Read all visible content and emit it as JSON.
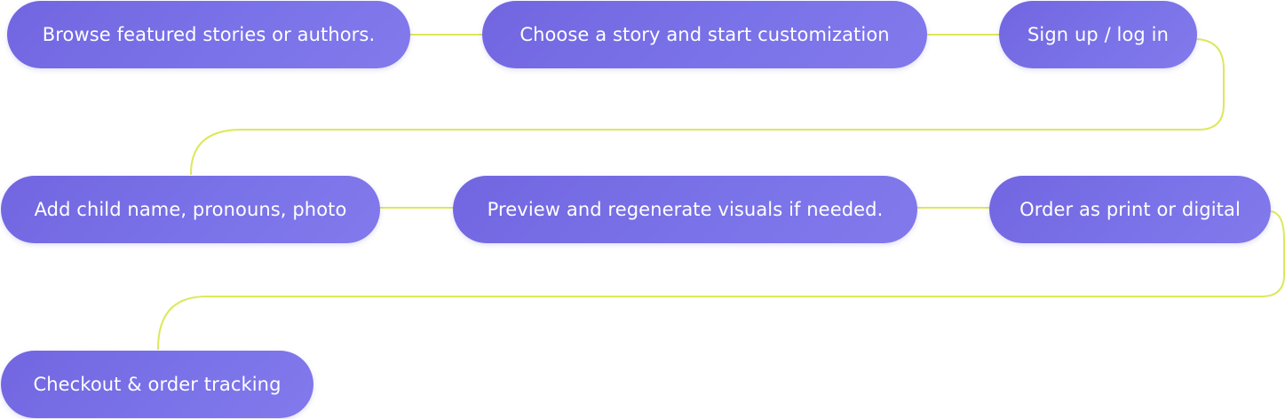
{
  "flow": {
    "connector_color": "#dde85a",
    "step_color": "#7a70e6",
    "steps": [
      {
        "id": "browse",
        "label": "Browse featured stories or authors."
      },
      {
        "id": "choose",
        "label": "Choose a story and start customization"
      },
      {
        "id": "signup",
        "label": "Sign up / log in"
      },
      {
        "id": "add-child",
        "label": "Add child name, pronouns, photo"
      },
      {
        "id": "preview",
        "label": "Preview and regenerate visuals if needed."
      },
      {
        "id": "order",
        "label": "Order as print or digital"
      },
      {
        "id": "checkout",
        "label": "Checkout & order tracking"
      }
    ]
  }
}
